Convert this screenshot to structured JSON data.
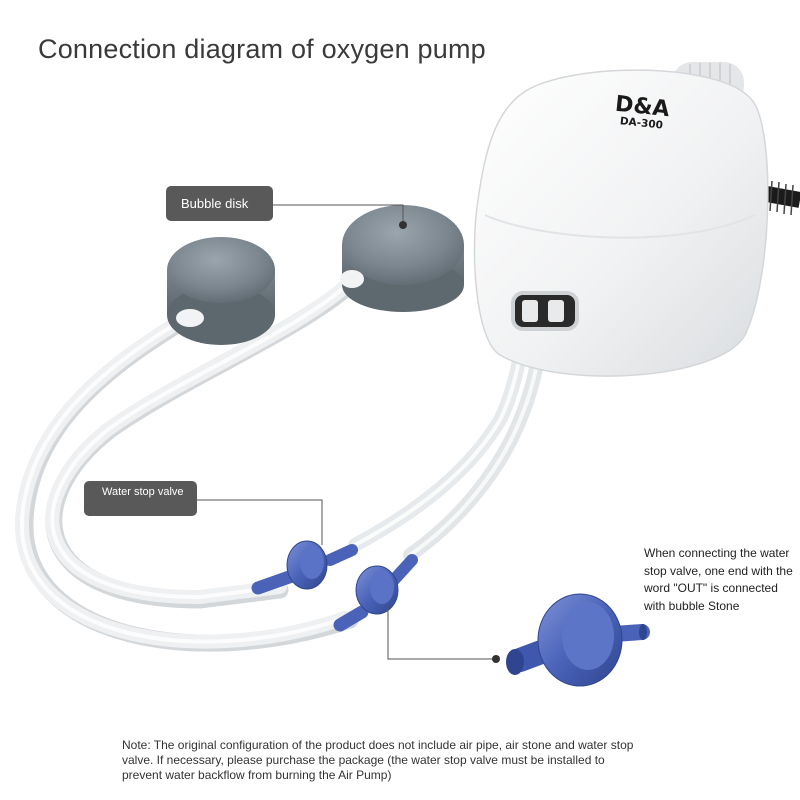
{
  "title": "Connection diagram of oxygen pump",
  "pump": {
    "brand": "D&A",
    "model": "DA-300"
  },
  "labels": {
    "bubble_disk": "Bubble disk",
    "water_stop_valve": "Water stop valve"
  },
  "notes": {
    "valve_instruction": "When connecting the water stop valve, one end with the word \"OUT\" is connected with bubble Stone",
    "bottom_note": "Note: The original configuration of the product does not include air pipe, air stone and water stop valve. If necessary, please purchase the package (the water stop valve must be installed to prevent water backflow from burning the Air Pump)"
  },
  "colors": {
    "label_bg": "#595959",
    "valve_blue": "#4a63b8",
    "stone_gray": "#7f8a93",
    "tube": "#e9ecee",
    "pump_body": "#f4f5f6"
  }
}
